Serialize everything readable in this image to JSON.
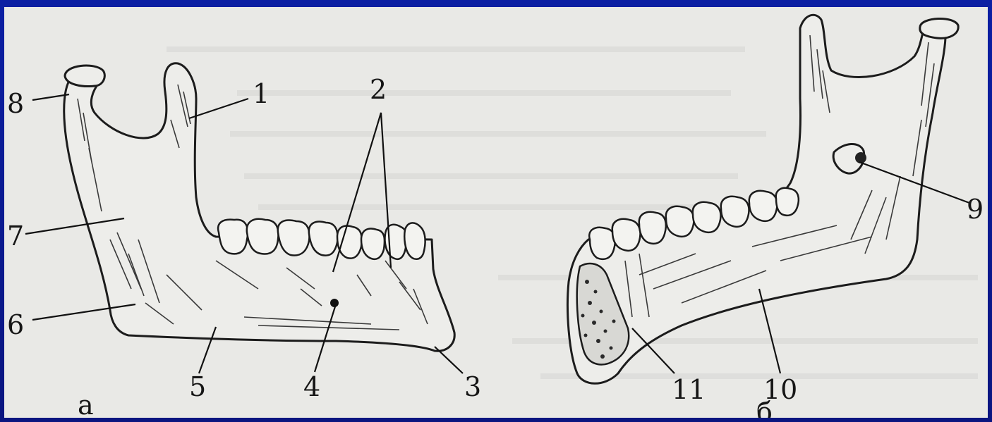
{
  "figure": {
    "panel_a": {
      "label": "а"
    },
    "panel_b": {
      "label": "б"
    },
    "callouts": [
      "1",
      "2",
      "3",
      "4",
      "5",
      "6",
      "7",
      "8",
      "9",
      "10",
      "11"
    ]
  }
}
